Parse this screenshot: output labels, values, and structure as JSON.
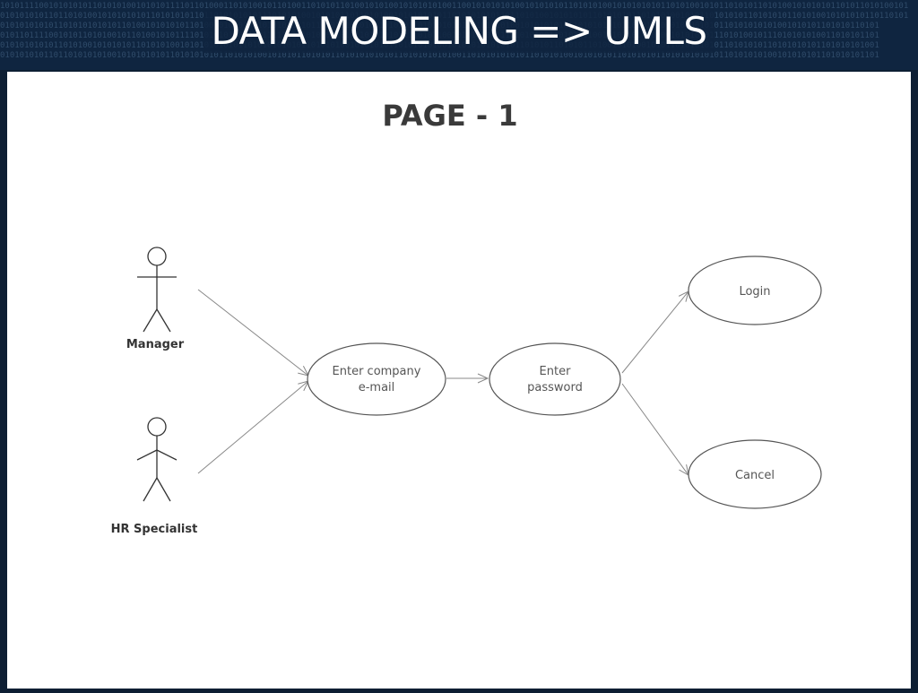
{
  "slide": {
    "title": "DATA MODELING => UMLS",
    "binary_rows": [
      "1010111100101010101101010100101010111101101000110101001011010011010101101001010100101010101001100101010101001010101011010101001010101010110101001010110101011010100101010101101011010100101",
      "0101010101101101010010101010101101010101101101010101011101010100101010110110101001010101010110101010101101101010010101010110101010110101010010101101010101101010101101010010101010110110101",
      "0101010101011010101010101101001010101011010010101010010101011010110101010101001010101101010101011010101010010101010101101010101011010101010101001010110101010101001010101101010110101",
      "0101101111001010110101001011010010101111010101010011001111101010101001010110101010111101011001010101011110101010011010101100101011010101001010101011101010010111010101010011010101101",
      "0101010101011010100101010101101010100101010101010110101010101011010101001010101011010101010010101010101010110101011010101101001010100101011010101010110101010110101010101101010101001",
      "0101010101101101010101001010101010110101010101101010100101010110101011010101010101101010101010011010101010101101010100101010101101010101101010101010110101010100101010101101010101101"
    ]
  },
  "diagram": {
    "page_label": "PAGE - 1",
    "actors": [
      {
        "name": "Manager"
      },
      {
        "name": "HR Specialist"
      }
    ],
    "use_cases": [
      {
        "lines": [
          "Enter company",
          "e-mail"
        ]
      },
      {
        "lines": [
          "Enter",
          "password"
        ]
      },
      {
        "lines": [
          "Login"
        ]
      },
      {
        "lines": [
          "Cancel"
        ]
      }
    ]
  }
}
